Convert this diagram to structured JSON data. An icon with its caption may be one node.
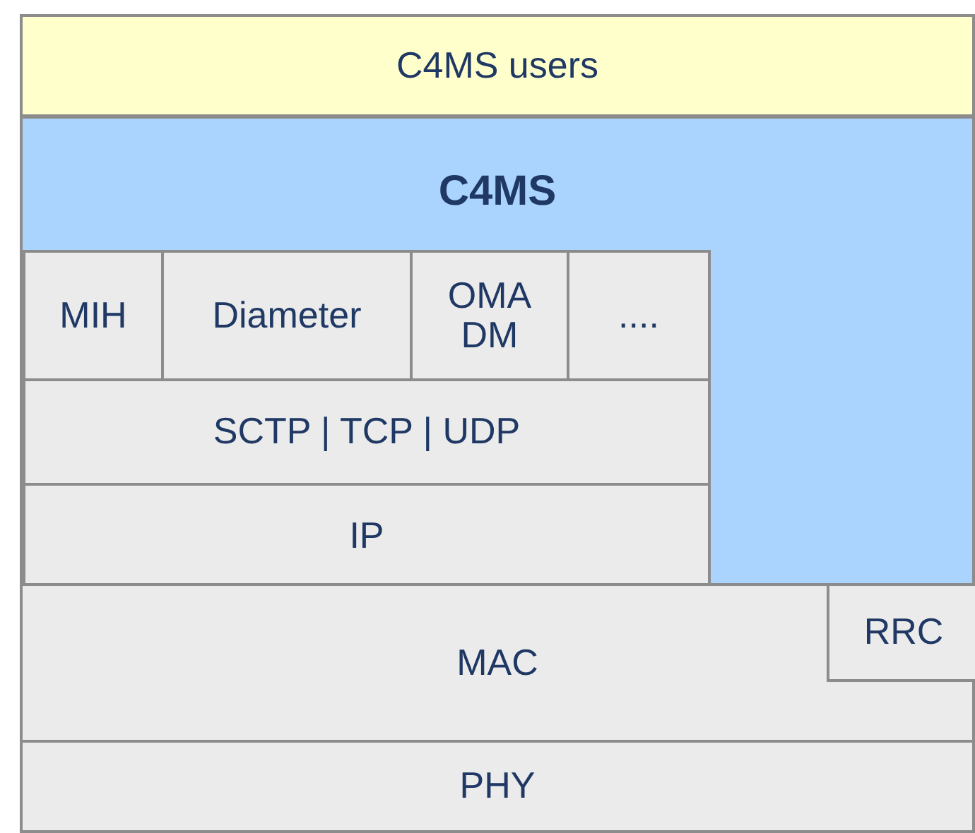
{
  "diagram": {
    "nodes": [
      {
        "text": [
          "C4MS users"
        ]
      },
      {
        "text": [
          "C4MS"
        ]
      },
      {
        "text": [
          "MIH"
        ],
        "in": 1
      },
      {
        "text": [
          "Diameter"
        ],
        "in": 1
      },
      {
        "text": [
          "OMA DM"
        ],
        "in": 1
      },
      {
        "text": [
          "...."
        ],
        "in": 1
      },
      {
        "text": [
          "SCTP | TCP | UDP"
        ],
        "in": 1
      },
      {
        "text": [
          "IP"
        ],
        "in": 1
      },
      {
        "text": [
          "MAC"
        ]
      },
      {
        "text": [
          "RRC"
        ],
        "in": 8
      },
      {
        "text": [
          "PHY"
        ]
      }
    ]
  }
}
